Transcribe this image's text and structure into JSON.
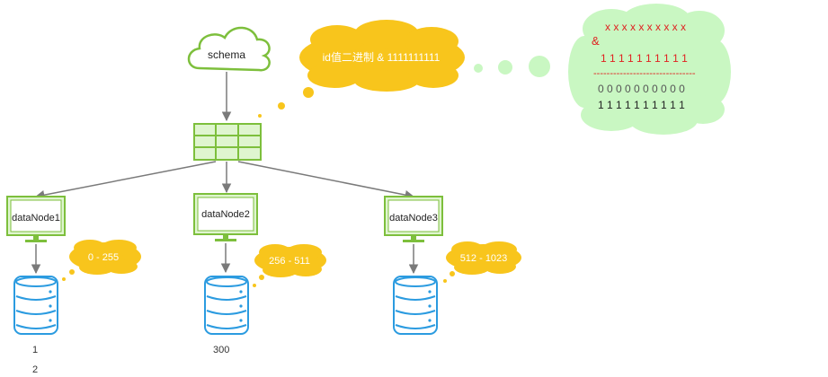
{
  "schema": {
    "label": "schema"
  },
  "formula_bubble": {
    "text": "id值二进制 & 1111111111"
  },
  "calc_bubble": {
    "row1": "x x x x x x x x x x",
    "op": "&",
    "row2": "1 1 1 1 1 1 1 1 1 1",
    "divider": "-------------------------------",
    "row3": "0 0 0 0 0 0 0 0 0 0",
    "row4": "1 1 1 1 1 1 1 1 1 1"
  },
  "nodes": [
    {
      "name": "dataNode1",
      "range": "0 - 255"
    },
    {
      "name": "dataNode2",
      "range": "256 - 511"
    },
    {
      "name": "dataNode3",
      "range": "512 - 1023"
    }
  ],
  "notes": {
    "note1": "1",
    "note2": "2",
    "note3": "300"
  },
  "colors": {
    "green_stroke": "#7dbf3c",
    "green_fill": "#dff5cf",
    "cloud_green": "#c9f7c2",
    "yellow": "#f8c51c",
    "db_blue": "#2b9be0",
    "arrow": "#7a7a7a",
    "red_text": "#e02020"
  }
}
